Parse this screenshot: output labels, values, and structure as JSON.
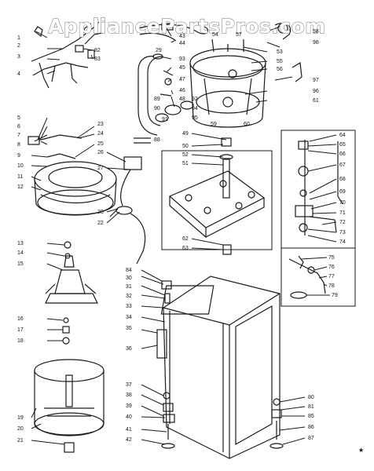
{
  "watermark": "AppliancePartsPros.com",
  "page_mark": "★",
  "callouts": [
    {
      "id": "1",
      "text": "1"
    },
    {
      "id": "2",
      "text": "2"
    },
    {
      "id": "3",
      "text": "3"
    },
    {
      "id": "4",
      "text": "4"
    },
    {
      "id": "5",
      "text": "5"
    },
    {
      "id": "6",
      "text": "6"
    },
    {
      "id": "7",
      "text": "7"
    },
    {
      "id": "8",
      "text": "8"
    },
    {
      "id": "9",
      "text": "9"
    },
    {
      "id": "10",
      "text": "10"
    },
    {
      "id": "11",
      "text": "11"
    },
    {
      "id": "12",
      "text": "12"
    },
    {
      "id": "13",
      "text": "13"
    },
    {
      "id": "14",
      "text": "14"
    },
    {
      "id": "15",
      "text": "15"
    },
    {
      "id": "16",
      "text": "16"
    },
    {
      "id": "17",
      "text": "17"
    },
    {
      "id": "18",
      "text": "18"
    },
    {
      "id": "19",
      "text": "19"
    },
    {
      "id": "20",
      "text": "20"
    },
    {
      "id": "21",
      "text": "21"
    },
    {
      "id": "22",
      "text": "22"
    },
    {
      "id": "23",
      "text": "23"
    },
    {
      "id": "24",
      "text": "24"
    },
    {
      "id": "25",
      "text": "25"
    },
    {
      "id": "26",
      "text": "26"
    },
    {
      "id": "27",
      "text": "27"
    },
    {
      "id": "28",
      "text": "28"
    },
    {
      "id": "29",
      "text": "29"
    },
    {
      "id": "30",
      "text": "30"
    },
    {
      "id": "31",
      "text": "31"
    },
    {
      "id": "32",
      "text": "32"
    },
    {
      "id": "33",
      "text": "33"
    },
    {
      "id": "34",
      "text": "34"
    },
    {
      "id": "35",
      "text": "35"
    },
    {
      "id": "36",
      "text": "36"
    },
    {
      "id": "37",
      "text": "37"
    },
    {
      "id": "38",
      "text": "38"
    },
    {
      "id": "39",
      "text": "39"
    },
    {
      "id": "40",
      "text": "40"
    },
    {
      "id": "41",
      "text": "41"
    },
    {
      "id": "42",
      "text": "42"
    },
    {
      "id": "43",
      "text": "43"
    },
    {
      "id": "44",
      "text": "44"
    },
    {
      "id": "45",
      "text": "45"
    },
    {
      "id": "46",
      "text": "46"
    },
    {
      "id": "47",
      "text": "47"
    },
    {
      "id": "48",
      "text": "48"
    },
    {
      "id": "49",
      "text": "49"
    },
    {
      "id": "50",
      "text": "50"
    },
    {
      "id": "51",
      "text": "51"
    },
    {
      "id": "52",
      "text": "52"
    },
    {
      "id": "53",
      "text": "53"
    },
    {
      "id": "54",
      "text": "54"
    },
    {
      "id": "55",
      "text": "55"
    },
    {
      "id": "56",
      "text": "56"
    },
    {
      "id": "57",
      "text": "57"
    },
    {
      "id": "58",
      "text": "58"
    },
    {
      "id": "59",
      "text": "59"
    },
    {
      "id": "60",
      "text": "60"
    },
    {
      "id": "61",
      "text": "61"
    },
    {
      "id": "62",
      "text": "62"
    },
    {
      "id": "63",
      "text": "63"
    },
    {
      "id": "64",
      "text": "64"
    },
    {
      "id": "65",
      "text": "65"
    },
    {
      "id": "66",
      "text": "66"
    },
    {
      "id": "67",
      "text": "67"
    },
    {
      "id": "68",
      "text": "68"
    },
    {
      "id": "69",
      "text": "69"
    },
    {
      "id": "70",
      "text": "70"
    },
    {
      "id": "71",
      "text": "71"
    },
    {
      "id": "72",
      "text": "72"
    },
    {
      "id": "73",
      "text": "73"
    },
    {
      "id": "74",
      "text": "74"
    },
    {
      "id": "75",
      "text": "75"
    },
    {
      "id": "76",
      "text": "76"
    },
    {
      "id": "77",
      "text": "77"
    },
    {
      "id": "78",
      "text": "78"
    },
    {
      "id": "79",
      "text": "79"
    },
    {
      "id": "80",
      "text": "80"
    },
    {
      "id": "81",
      "text": "81"
    },
    {
      "id": "82",
      "text": "82"
    },
    {
      "id": "83",
      "text": "83"
    },
    {
      "id": "84",
      "text": "84"
    },
    {
      "id": "85",
      "text": "85"
    },
    {
      "id": "86",
      "text": "86"
    },
    {
      "id": "87",
      "text": "87"
    },
    {
      "id": "88",
      "text": "88"
    },
    {
      "id": "89",
      "text": "89"
    },
    {
      "id": "90",
      "text": "90"
    },
    {
      "id": "91",
      "text": "91"
    },
    {
      "id": "92",
      "text": "92"
    },
    {
      "id": "93",
      "text": "93"
    },
    {
      "id": "94",
      "text": "94"
    },
    {
      "id": "95",
      "text": "95"
    },
    {
      "id": "96",
      "text": "96"
    },
    {
      "id": "97",
      "text": "97"
    },
    {
      "id": "98",
      "text": "98"
    }
  ]
}
